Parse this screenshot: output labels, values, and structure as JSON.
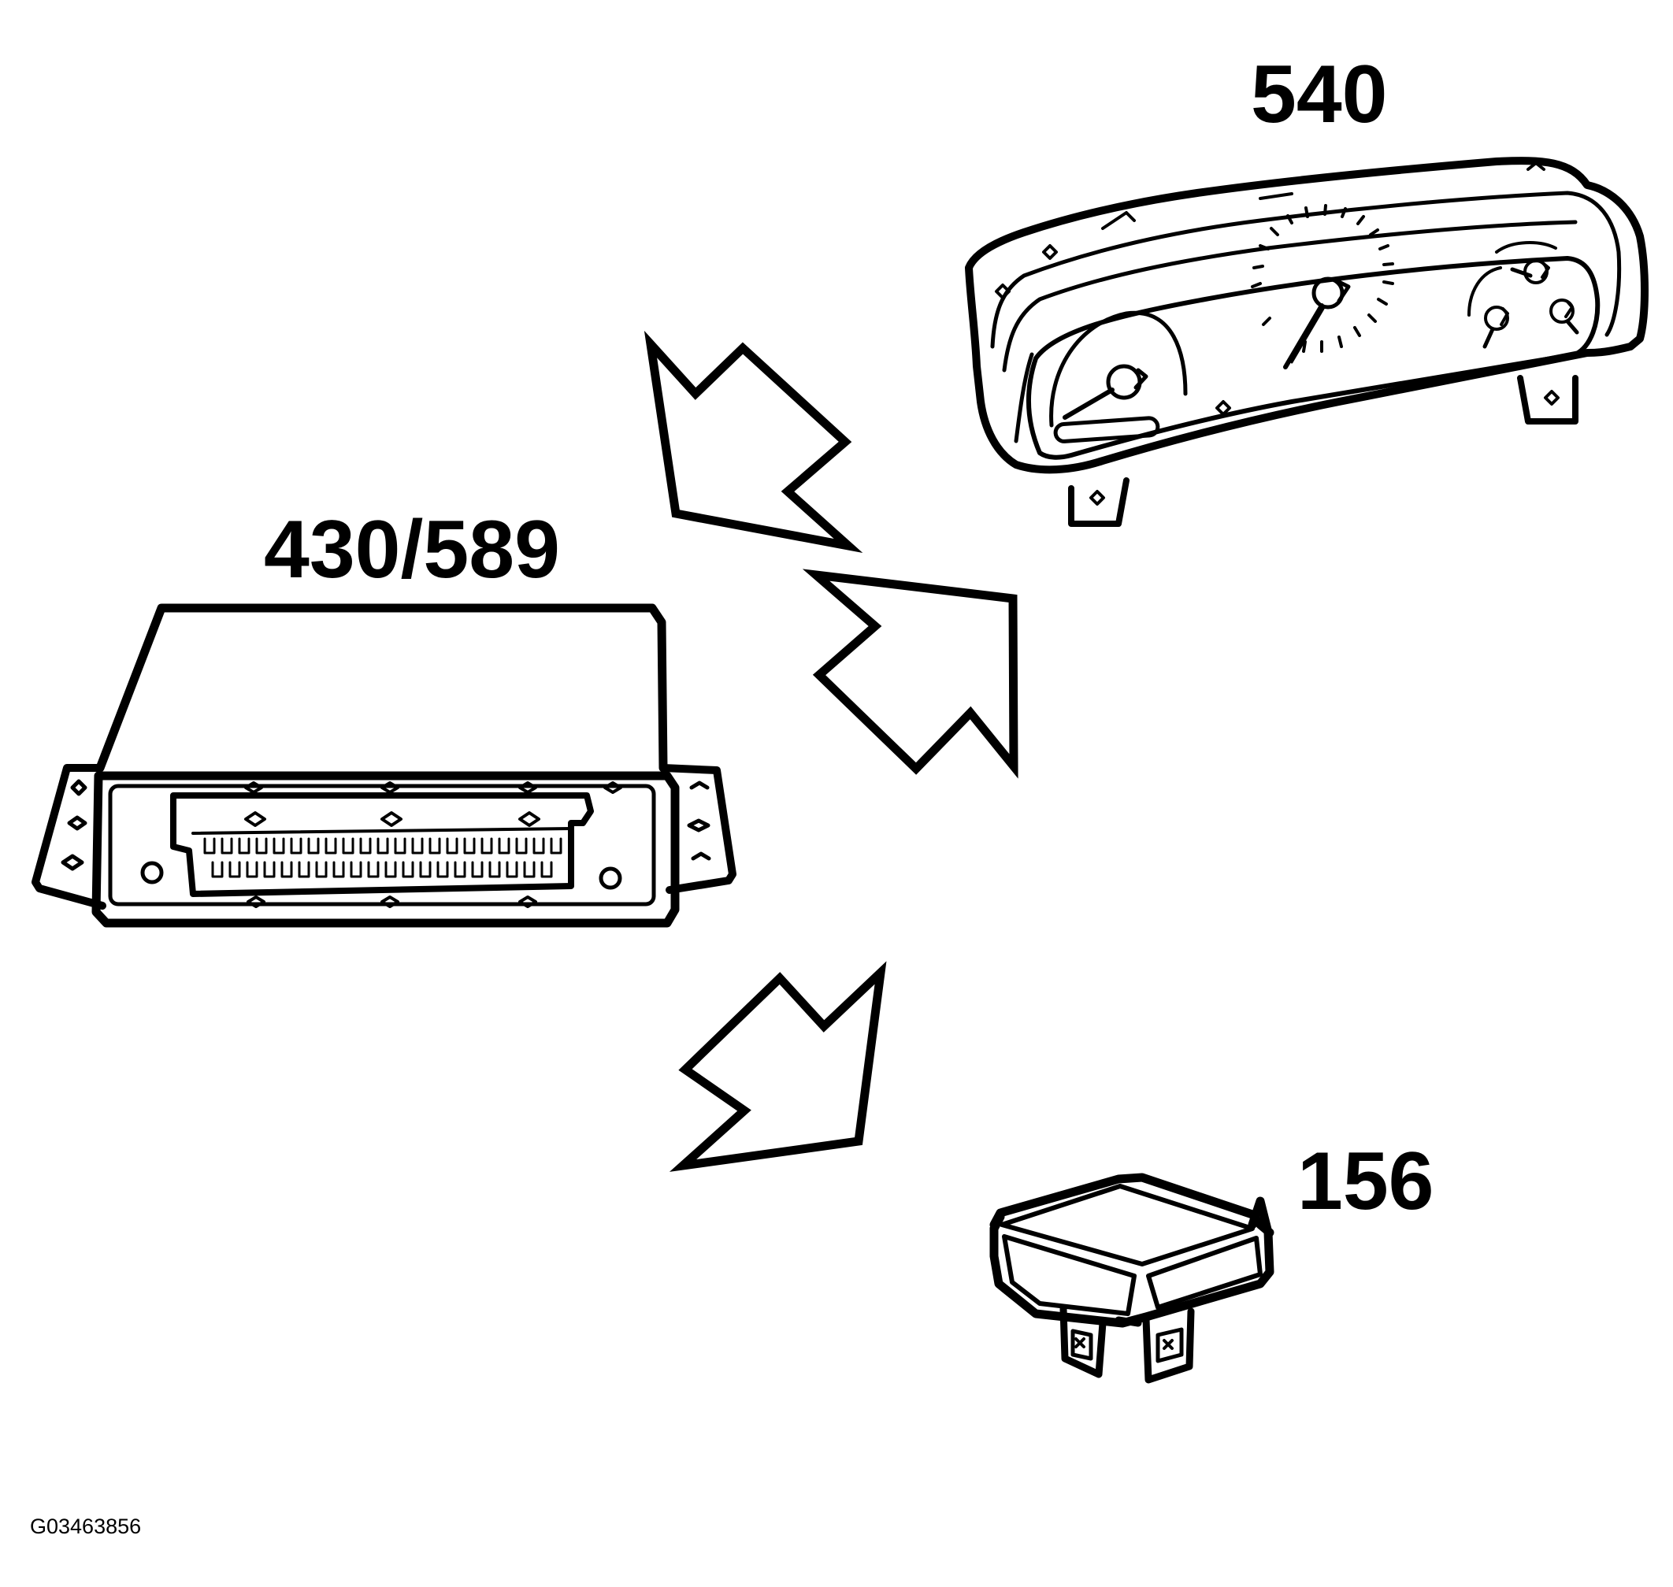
{
  "labels": {
    "instrument_cluster": "540",
    "control_module": "430/589",
    "relay": "156",
    "figure_id": "G03463856"
  },
  "colors": {
    "ink": "#000000",
    "paper": "#ffffff"
  }
}
